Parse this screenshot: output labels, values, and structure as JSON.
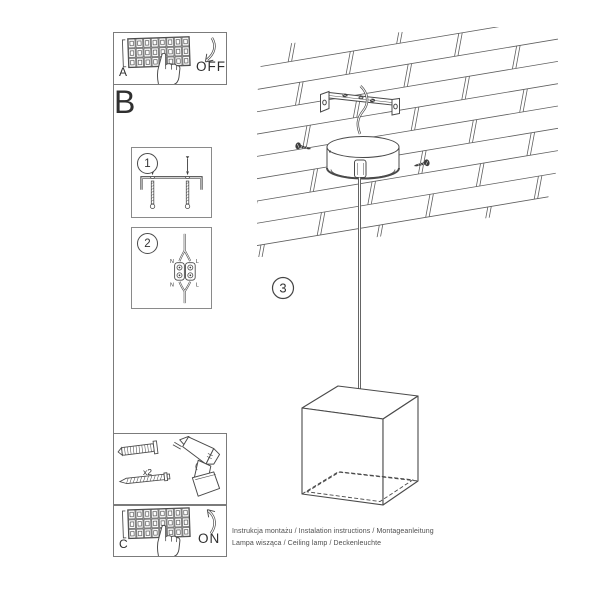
{
  "meta": {
    "colors": {
      "line": "#4a4a4a",
      "border": "#7b7b7b",
      "text": "#2e2e2e"
    }
  },
  "panel_a": {
    "label": "A",
    "switch_state": "OFF"
  },
  "section_b": {
    "label": "B",
    "step1": {
      "number": "1"
    },
    "step2": {
      "number": "2",
      "wire_labels": {
        "top_left": "N",
        "top_right": "L",
        "bottom_left": "N",
        "bottom_right": "L"
      }
    }
  },
  "main_diagram": {
    "step_number": "3"
  },
  "tools_panel": {
    "anchor_quantity": "x2"
  },
  "panel_c": {
    "label": "C",
    "switch_state": "ON"
  },
  "caption": {
    "line1": "Instrukcja montażu / Instalation instructions / Montageanleitung",
    "line2": "Lampa wisząca / Ceiling lamp / Deckenleuchte"
  }
}
